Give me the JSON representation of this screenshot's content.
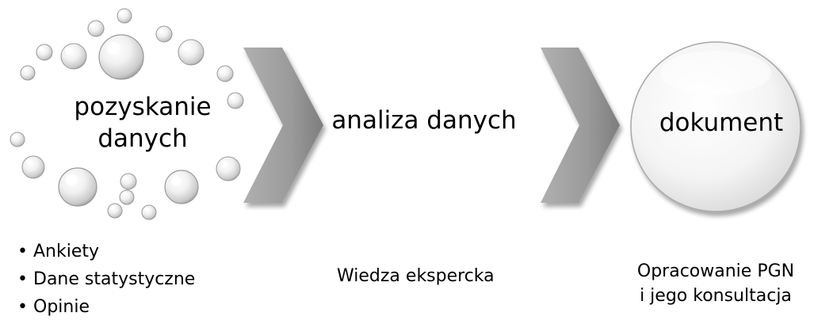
{
  "steps": [
    {
      "title": "pozyskanie danych",
      "line1": "pozyskanie",
      "line2": "danych"
    },
    {
      "title": "analiza danych"
    },
    {
      "title": "dokument"
    }
  ],
  "notes": {
    "step1_items": [
      "Ankiety",
      "Dane statystyczne",
      "Opinie"
    ],
    "step2": "Wiedza ekspercka",
    "step3_line1": "Opracowanie PGN",
    "step3_line2": "i jego konsultacja"
  },
  "colors": {
    "arrow": "#9e9e9e",
    "bubble": "#e4e4e4",
    "text": "#000000"
  }
}
